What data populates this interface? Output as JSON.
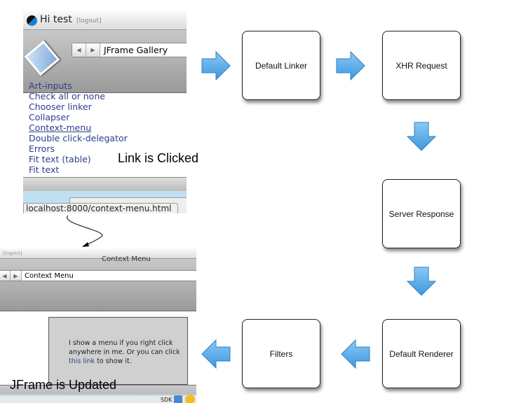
{
  "nodes": {
    "default_linker": "Default Linker",
    "xhr_request": "XHR Request",
    "server_response": "Server Response",
    "default_renderer": "Default Renderer",
    "filters": "Filters"
  },
  "captions": {
    "link_clicked": "Link is Clicked",
    "jframe_updated": "JFrame is Updated"
  },
  "screenshot1": {
    "greeting": "Hi test",
    "logout": "[logout]",
    "nav_title": "JFrame Gallery",
    "links": [
      "Art-inputs",
      "Check all or none",
      "Chooser linker",
      "Collapser",
      "Context-menu",
      "Double click-delegator",
      "Errors",
      "Fit text (table)",
      "Fit text"
    ],
    "status_url": "localhost:8000/context-menu.html"
  },
  "screenshot2": {
    "logout": "[logout]",
    "window_title": "Context Menu",
    "nav_title": "Context Menu",
    "panel_text_1": "I show a menu if you right click anywhere in me. Or you can click",
    "panel_link": "this link",
    "panel_text_2": "to show it.",
    "dock_label": "SDK"
  },
  "colors": {
    "arrow_fill": "#5aaee8",
    "arrow_stroke": "#2a7fc8",
    "link": "#2b3f8a"
  }
}
